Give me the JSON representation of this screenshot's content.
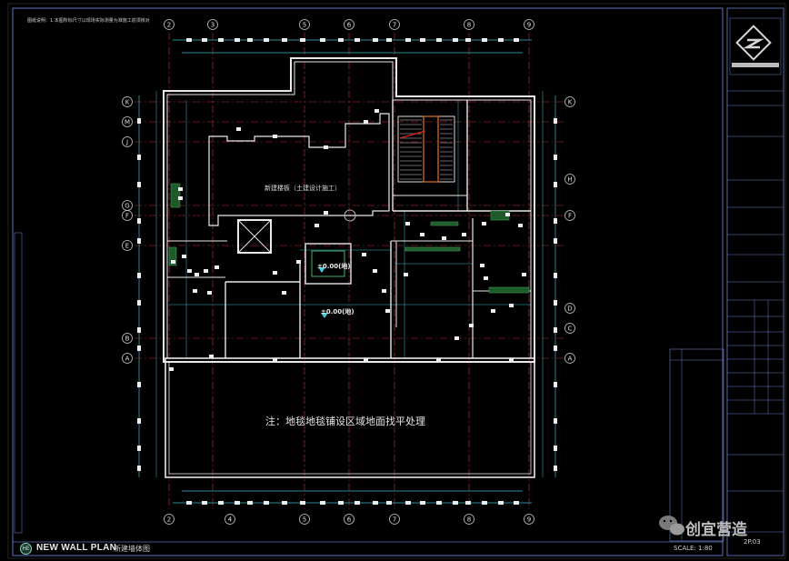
{
  "drawing": {
    "title_en": "NEW WALL PLAN",
    "title_cn": "新建墙体图",
    "scale": "SCALE: 1:80",
    "sheet_no": "2P.03",
    "badge": "HE",
    "top_note": "图纸说明：1.本图所标尺寸以现场实际测量为准施工前须核对"
  },
  "annotations": {
    "floor_note": "注：地毯地毯铺设区域地面找平处理",
    "room_note": "新建楼板（土建设计施工）",
    "level_1": "±0.00(地)",
    "level_2": "±0.00(地)"
  },
  "axes": {
    "top_labels": [
      "2",
      "3",
      "5",
      "6",
      "7",
      "8",
      "9"
    ],
    "bottom_labels": [
      "2",
      "4",
      "5",
      "6",
      "7",
      "8",
      "9"
    ],
    "left_labels": [
      "K",
      "M",
      "J",
      "G",
      "F",
      "E",
      "B",
      "A"
    ],
    "right_labels": [
      "K",
      "H",
      "F",
      "D",
      "C",
      "A"
    ]
  },
  "watermark": {
    "brand": "创宜营造"
  },
  "colors": {
    "wall": "#e8e8e8",
    "axis_line": "#c0303a",
    "dimension": "#3fb6c8",
    "frame": "#6a7fc8",
    "stair": "#c06020",
    "hatch": "#2c7a3a"
  }
}
